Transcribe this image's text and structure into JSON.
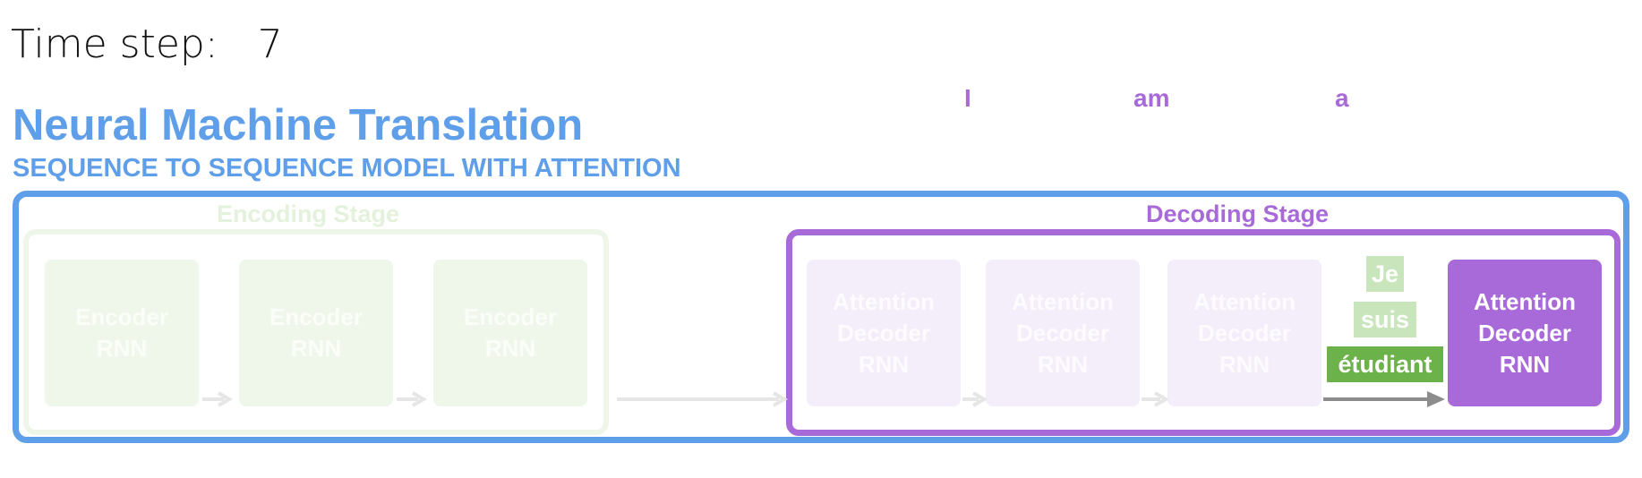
{
  "time_step": {
    "label": "Time step:",
    "value": "7"
  },
  "title": "Neural Machine Translation",
  "subtitle": "SEQUENCE TO SEQUENCE MODEL WITH ATTENTION",
  "output_words": [
    "I",
    "am",
    "a"
  ],
  "encoding_stage": {
    "label": "Encoding Stage",
    "nodes": [
      "Encoder\nRNN",
      "Encoder\nRNN",
      "Encoder\nRNN"
    ]
  },
  "decoding_stage": {
    "label": "Decoding Stage",
    "nodes": [
      "Attention\nDecoder\nRNN",
      "Attention\nDecoder\nRNN",
      "Attention\nDecoder\nRNN",
      "Attention\nDecoder\nRNN"
    ]
  },
  "input_tokens": [
    "Je",
    "suis",
    "étudiant"
  ],
  "colors": {
    "title_blue": "#5f9ee8",
    "decoder_purple": "#a86ad9",
    "encoder_faded_green": "#eff7ea",
    "token_green": "#6cb24a",
    "arrow_gray": "#8c8c8c"
  }
}
